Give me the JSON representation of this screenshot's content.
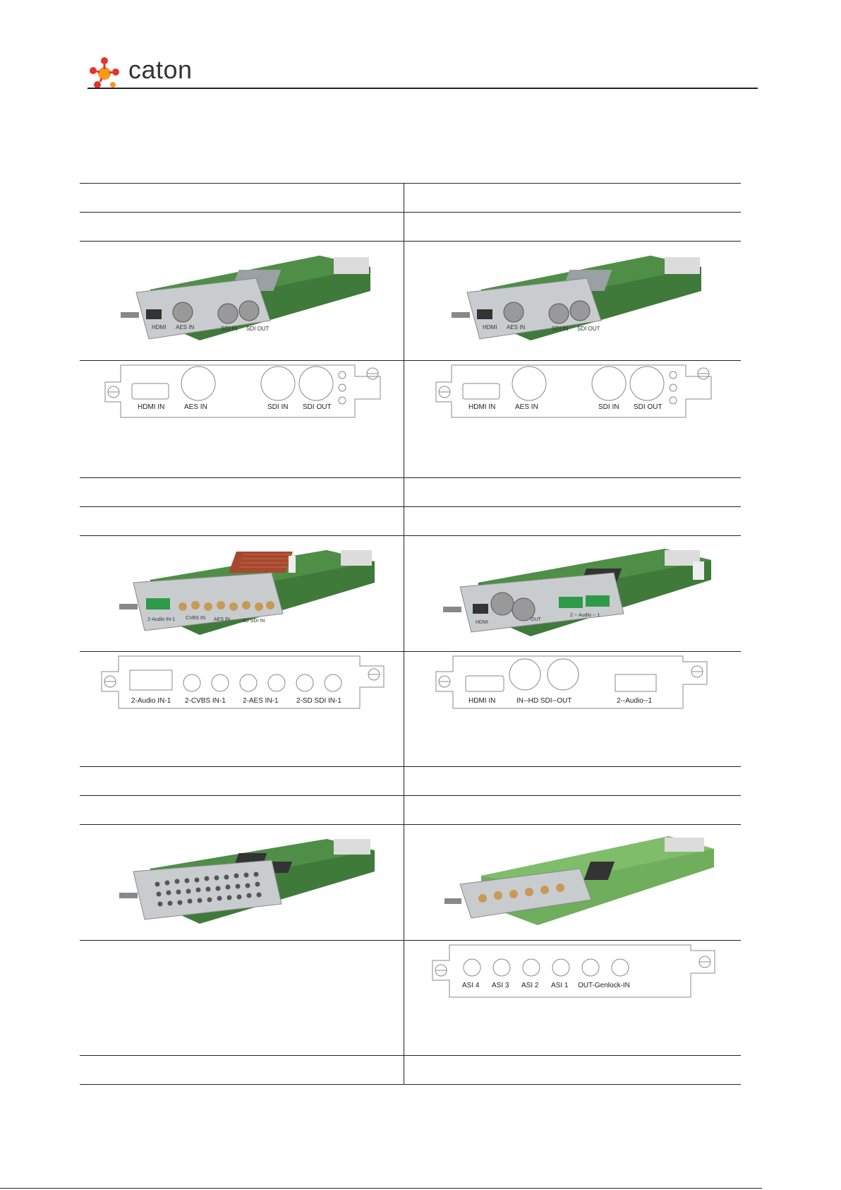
{
  "header": {
    "brand": "caton",
    "logo": "caton-logo-mark"
  },
  "rows": [
    {
      "left_caption": "",
      "right_caption": "",
      "left_caption2": "",
      "right_caption2": ""
    }
  ],
  "panels": {
    "p1": {
      "labels": [
        "HDMI IN",
        "AES IN",
        "SDI IN",
        "SDI OUT"
      ]
    },
    "p2": {
      "labels": [
        "HDMI IN",
        "AES IN",
        "SDI IN",
        "SDI OUT"
      ]
    },
    "p3": {
      "labels": [
        "2-Audio IN-1",
        "2-CVBS IN-1",
        "2-AES IN-1",
        "2-SD SDI IN-1"
      ]
    },
    "p4": {
      "labels": [
        "HDMI IN",
        "IN--HD SDI--OUT",
        "2--Audio--1"
      ]
    },
    "p5": {
      "labels": [
        "ASI 4",
        "ASI 3",
        "ASI 2",
        "ASI 1",
        "OUT-Genlock-IN"
      ]
    }
  },
  "photo_labels": {
    "card_a": [
      "HDMI",
      "AES IN",
      "SDI IN",
      "SDI OUT"
    ],
    "card_b": [
      "HDMI",
      "AES IN",
      "SDI IN",
      "SDI OUT"
    ],
    "card_c": [
      "2-Audio IN-1",
      "CVBS IN",
      "AES IN",
      "SD SDI IN"
    ],
    "card_d": [
      "HDMI",
      "OUT",
      "2 -- Audio -- 1"
    ]
  },
  "colors": {
    "rule": "#222222",
    "pcb": "#3f7a3a",
    "metal": "#c9cccf",
    "bnc": "#c79a55",
    "terminal": "#2f9a4a",
    "heatsink": "#a6492f"
  }
}
